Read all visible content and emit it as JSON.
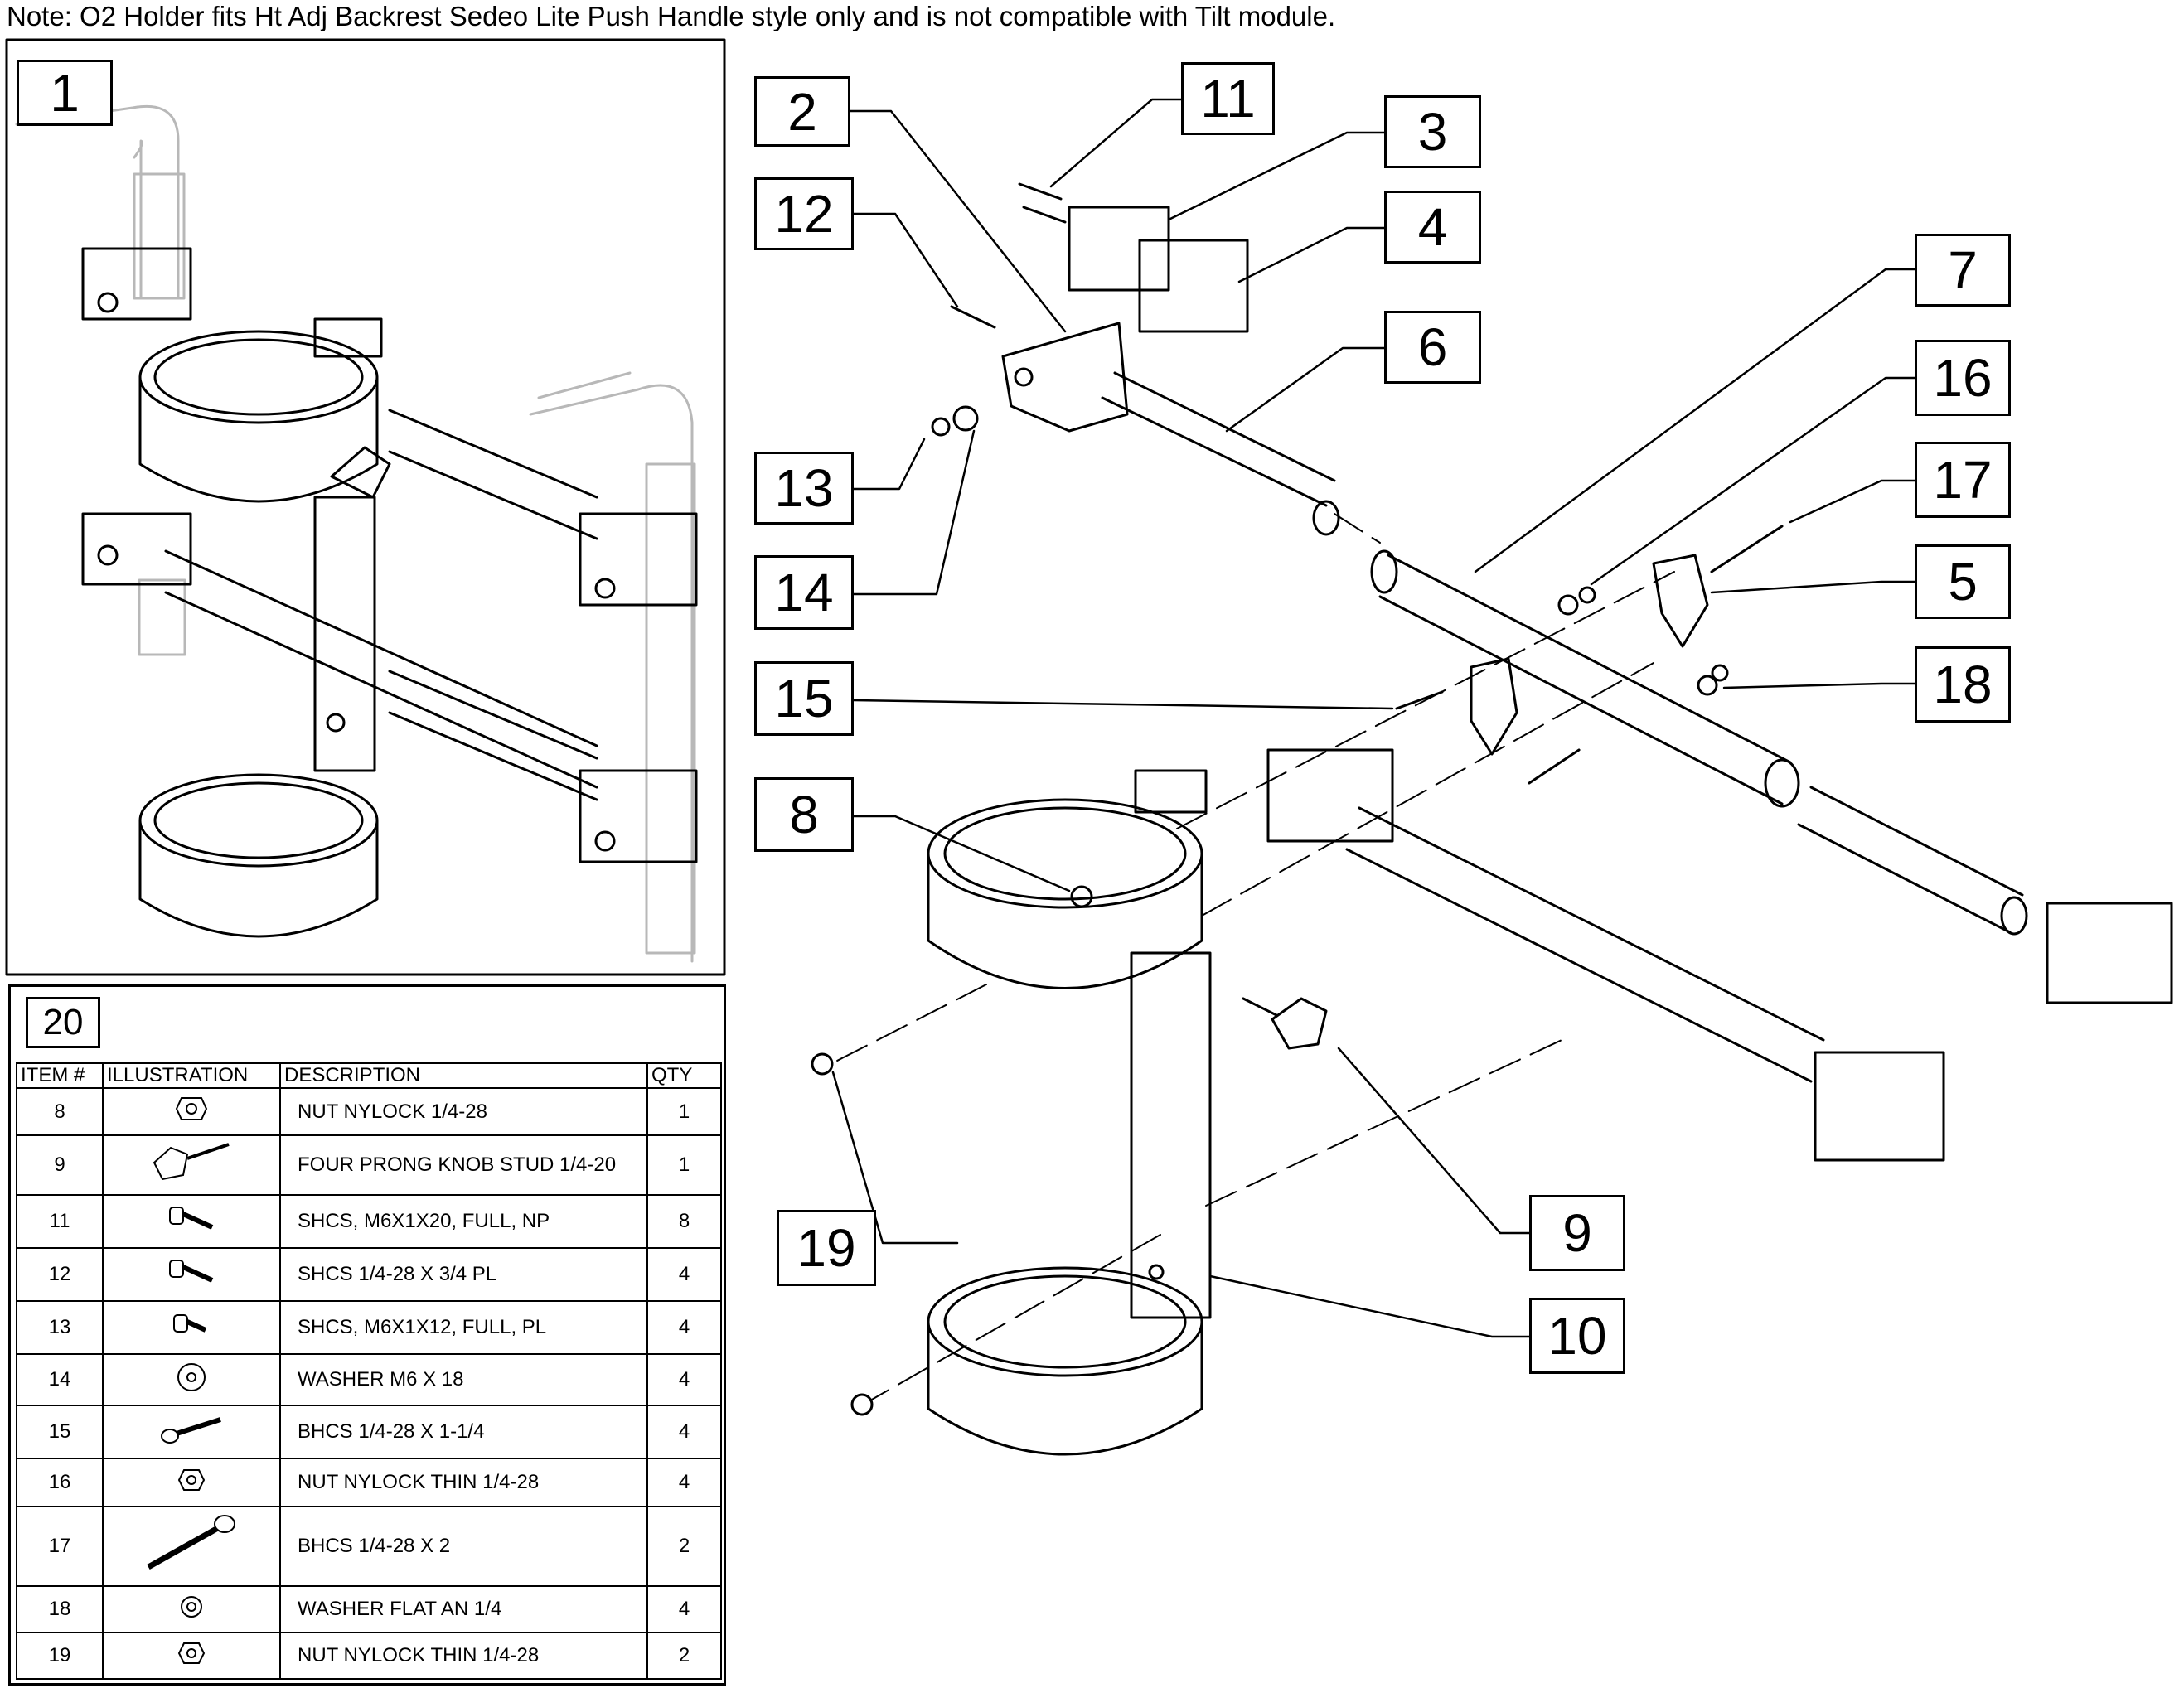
{
  "note": "Note: O2 Holder fits Ht Adj Backrest Sedeo Lite Push Handle style only and is not compatible with Tilt module.",
  "colors": {
    "line": "#000000",
    "ghost": "#b8b8b8",
    "background": "#ffffff"
  },
  "callouts": {
    "c1": "1",
    "c2": "2",
    "c3": "3",
    "c4": "4",
    "c5": "5",
    "c6": "6",
    "c7": "7",
    "c8": "8",
    "c9": "9",
    "c10": "10",
    "c11": "11",
    "c12": "12",
    "c13": "13",
    "c14": "14",
    "c15": "15",
    "c16": "16",
    "c17": "17",
    "c18": "18",
    "c19": "19"
  },
  "parts_table": {
    "id": "20",
    "headers": {
      "item": "ITEM #",
      "illustration": "ILLUSTRATION",
      "description": "DESCRIPTION",
      "qty": "QTY"
    },
    "rows": [
      {
        "item": "8",
        "icon": "nylock-nut-icon",
        "description": "NUT NYLOCK 1/4-28",
        "qty": "1"
      },
      {
        "item": "9",
        "icon": "knob-stud-icon",
        "description": "FOUR PRONG KNOB STUD 1/4-20",
        "qty": "1"
      },
      {
        "item": "11",
        "icon": "socket-screw-icon",
        "description": "SHCS, M6X1X20, FULL, NP",
        "qty": "8"
      },
      {
        "item": "12",
        "icon": "socket-screw-icon",
        "description": "SHCS 1/4-28 X 3/4 PL",
        "qty": "4"
      },
      {
        "item": "13",
        "icon": "socket-screw-short-icon",
        "description": "SHCS, M6X1X12, FULL, PL",
        "qty": "4"
      },
      {
        "item": "14",
        "icon": "washer-icon",
        "description": "WASHER M6 X 18",
        "qty": "4"
      },
      {
        "item": "15",
        "icon": "button-screw-icon",
        "description": "BHCS 1/4-28 X 1-1/4",
        "qty": "4"
      },
      {
        "item": "16",
        "icon": "thin-nut-icon",
        "description": "NUT NYLOCK THIN 1/4-28",
        "qty": "4"
      },
      {
        "item": "17",
        "icon": "long-button-screw-icon",
        "description": "BHCS 1/4-28 X 2",
        "qty": "2"
      },
      {
        "item": "18",
        "icon": "flat-washer-icon",
        "description": "WASHER FLAT AN 1/4",
        "qty": "4"
      },
      {
        "item": "19",
        "icon": "thin-nut-icon",
        "description": "NUT NYLOCK THIN 1/4-28",
        "qty": "2"
      }
    ]
  }
}
